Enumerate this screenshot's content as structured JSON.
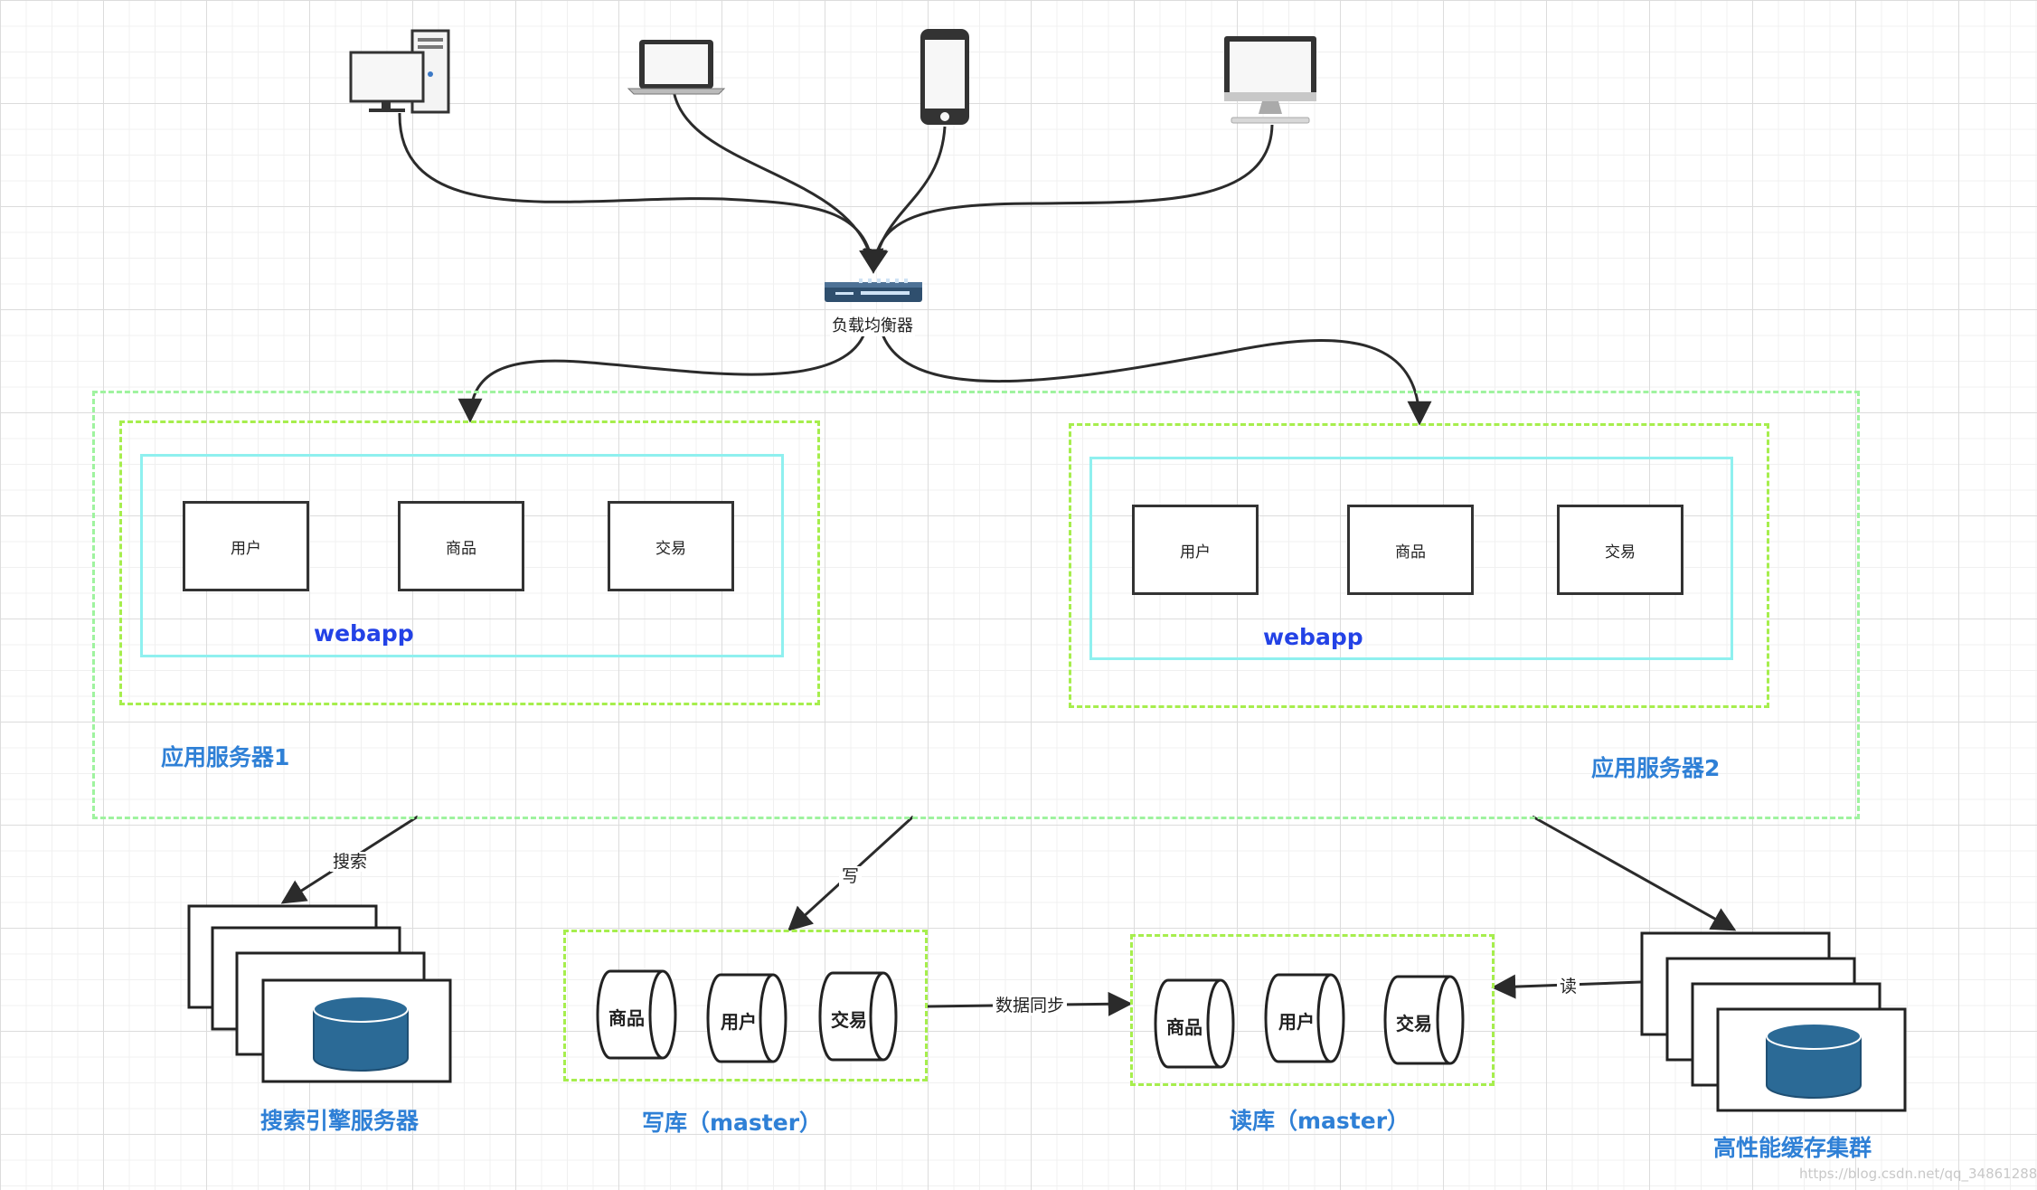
{
  "load_balancer": {
    "label": "负载均衡器"
  },
  "app_server_1": {
    "label": "应用服务器1",
    "webapp_label": "webapp",
    "modules": [
      "用户",
      "商品",
      "交易"
    ]
  },
  "app_server_2": {
    "label": "应用服务器2",
    "webapp_label": "webapp",
    "modules": [
      "用户",
      "商品",
      "交易"
    ]
  },
  "edges": {
    "search": "搜索",
    "write": "写",
    "sync": "数据同步",
    "read": "读"
  },
  "search_engine": {
    "label": "搜索引擎服务器"
  },
  "write_db": {
    "label": "写库（master）",
    "tables": [
      "商品",
      "用户",
      "交易"
    ]
  },
  "read_db": {
    "label": "读库（master）",
    "tables": [
      "商品",
      "用户",
      "交易"
    ]
  },
  "cache_cluster": {
    "label": "高性能缓存集群"
  },
  "watermark": "https://blog.csdn.net/qq_34861288",
  "colors": {
    "dashed_green": "#9ff39f",
    "dashed_yellowgreen": "#a6ee4d",
    "webapp_border": "#8ff0ef",
    "webapp_text": "#2342e6",
    "label_blue": "#2f80d6",
    "db_fill": "#2b6a96"
  }
}
